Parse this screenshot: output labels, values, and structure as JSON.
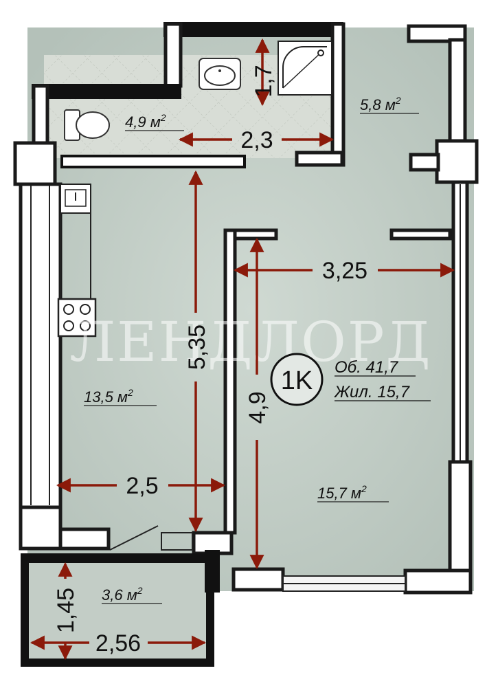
{
  "watermark": "ЛЕНДЛОРД",
  "unit_badge": "1K",
  "totals": {
    "total": "Об. 41,7",
    "living": "Жил. 15,7"
  },
  "rooms": {
    "bathroom": {
      "area": "4,9 м",
      "sup": "2"
    },
    "hall": {
      "area": "5,8 м",
      "sup": "2"
    },
    "kitchen": {
      "area": "13,5 м",
      "sup": "2"
    },
    "living_room": {
      "area": "15,7 м",
      "sup": "2"
    },
    "balcony": {
      "area": "3,6 м",
      "sup": "2"
    }
  },
  "dimensions": {
    "bath_height": "1,7",
    "bath_width": "2,3",
    "kitchen_length": "5,35",
    "kitchen_width": "2,5",
    "room_width": "3,25",
    "room_length": "4,9",
    "balcony_length": "2,56",
    "balcony_width": "1,45"
  },
  "colors": {
    "floor": "#c9d3cc",
    "dimension_arrow": "#8b1a0a",
    "wall": "#1a1a1a"
  }
}
